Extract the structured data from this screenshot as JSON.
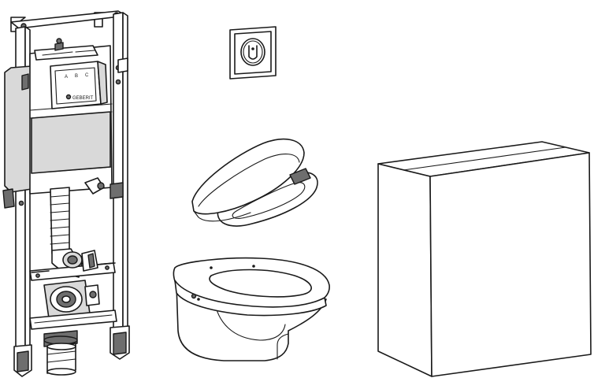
{
  "figure": {
    "components": [
      {
        "id": "frame",
        "icon": "installation-frame-icon"
      },
      {
        "id": "flush_plate",
        "icon": "flush-plate-icon"
      },
      {
        "id": "seat",
        "icon": "toilet-seat-icon"
      },
      {
        "id": "bowl",
        "icon": "wall-hung-bowl-icon"
      },
      {
        "id": "package",
        "icon": "box-icon"
      }
    ],
    "cistern_labels": [
      "A",
      "B",
      "C"
    ],
    "cistern_brand": "GEBERIT"
  }
}
